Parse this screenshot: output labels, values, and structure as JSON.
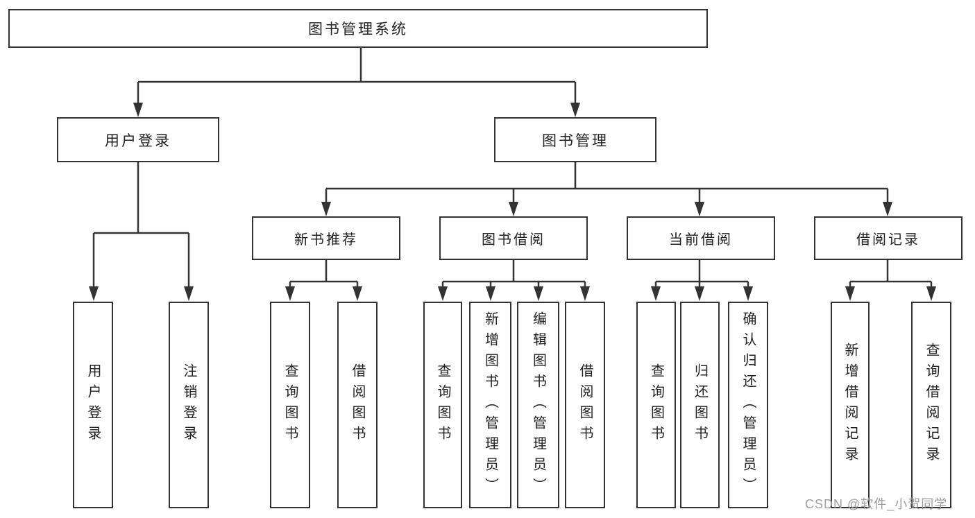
{
  "diagram": {
    "type": "hierarchy-tree",
    "watermark": "CSDN @软件_小贺同学",
    "colors": {
      "line": "#333333",
      "box_border": "#333333",
      "box_fill": "#fefefe",
      "text": "#222222",
      "watermark": "#9e9e9e",
      "background": "#ffffff"
    },
    "nodes": {
      "root": {
        "label": "图书管理系统"
      },
      "user_login": {
        "label": "用户登录"
      },
      "book_mgmt": {
        "label": "图书管理"
      },
      "new_book_rec": {
        "label": "新书推荐"
      },
      "book_borrow": {
        "label": "图书借阅"
      },
      "current_borrow": {
        "label": "当前借阅"
      },
      "borrow_record": {
        "label": "借阅记录"
      },
      "leaf_user_login": {
        "label": "用户登录",
        "parent": "用户登录"
      },
      "leaf_logout": {
        "label": "注销登录",
        "parent": "用户登录"
      },
      "leaf_query_book_1": {
        "label": "查询图书",
        "parent": "新书推荐"
      },
      "leaf_borrow_book_1": {
        "label": "借阅图书",
        "parent": "新书推荐"
      },
      "leaf_query_book_2": {
        "label": "查询图书",
        "parent": "图书借阅"
      },
      "leaf_add_book": {
        "label": "新增图书（管理员）",
        "parent": "图书借阅"
      },
      "leaf_edit_book": {
        "label": "编辑图书（管理员）",
        "parent": "图书借阅"
      },
      "leaf_borrow_book_2": {
        "label": "借阅图书",
        "parent": "图书借阅"
      },
      "leaf_query_book_3": {
        "label": "查询图书",
        "parent": "当前借阅"
      },
      "leaf_return_book": {
        "label": "归还图书",
        "parent": "当前借阅"
      },
      "leaf_confirm_return": {
        "label": "确认归还（管理员）",
        "parent": "当前借阅"
      },
      "leaf_add_record": {
        "label": "新增借阅记录",
        "parent": "借阅记录"
      },
      "leaf_query_record": {
        "label": "查询借阅记录",
        "parent": "借阅记录"
      }
    }
  }
}
